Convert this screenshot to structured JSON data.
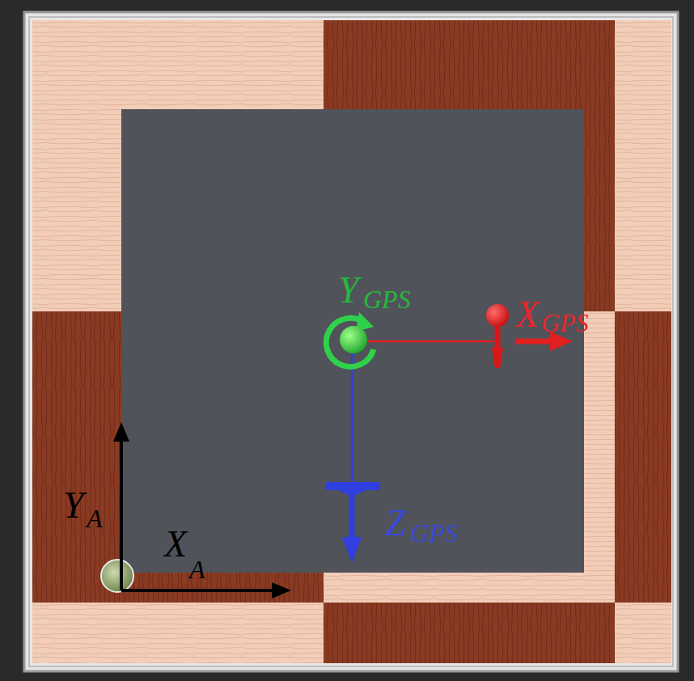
{
  "diagram": {
    "labels": [
      "Y",
      "GPS",
      "X",
      "GPS",
      "Z",
      "GPS",
      "Y",
      "A",
      "X",
      "A"
    ]
  }
}
